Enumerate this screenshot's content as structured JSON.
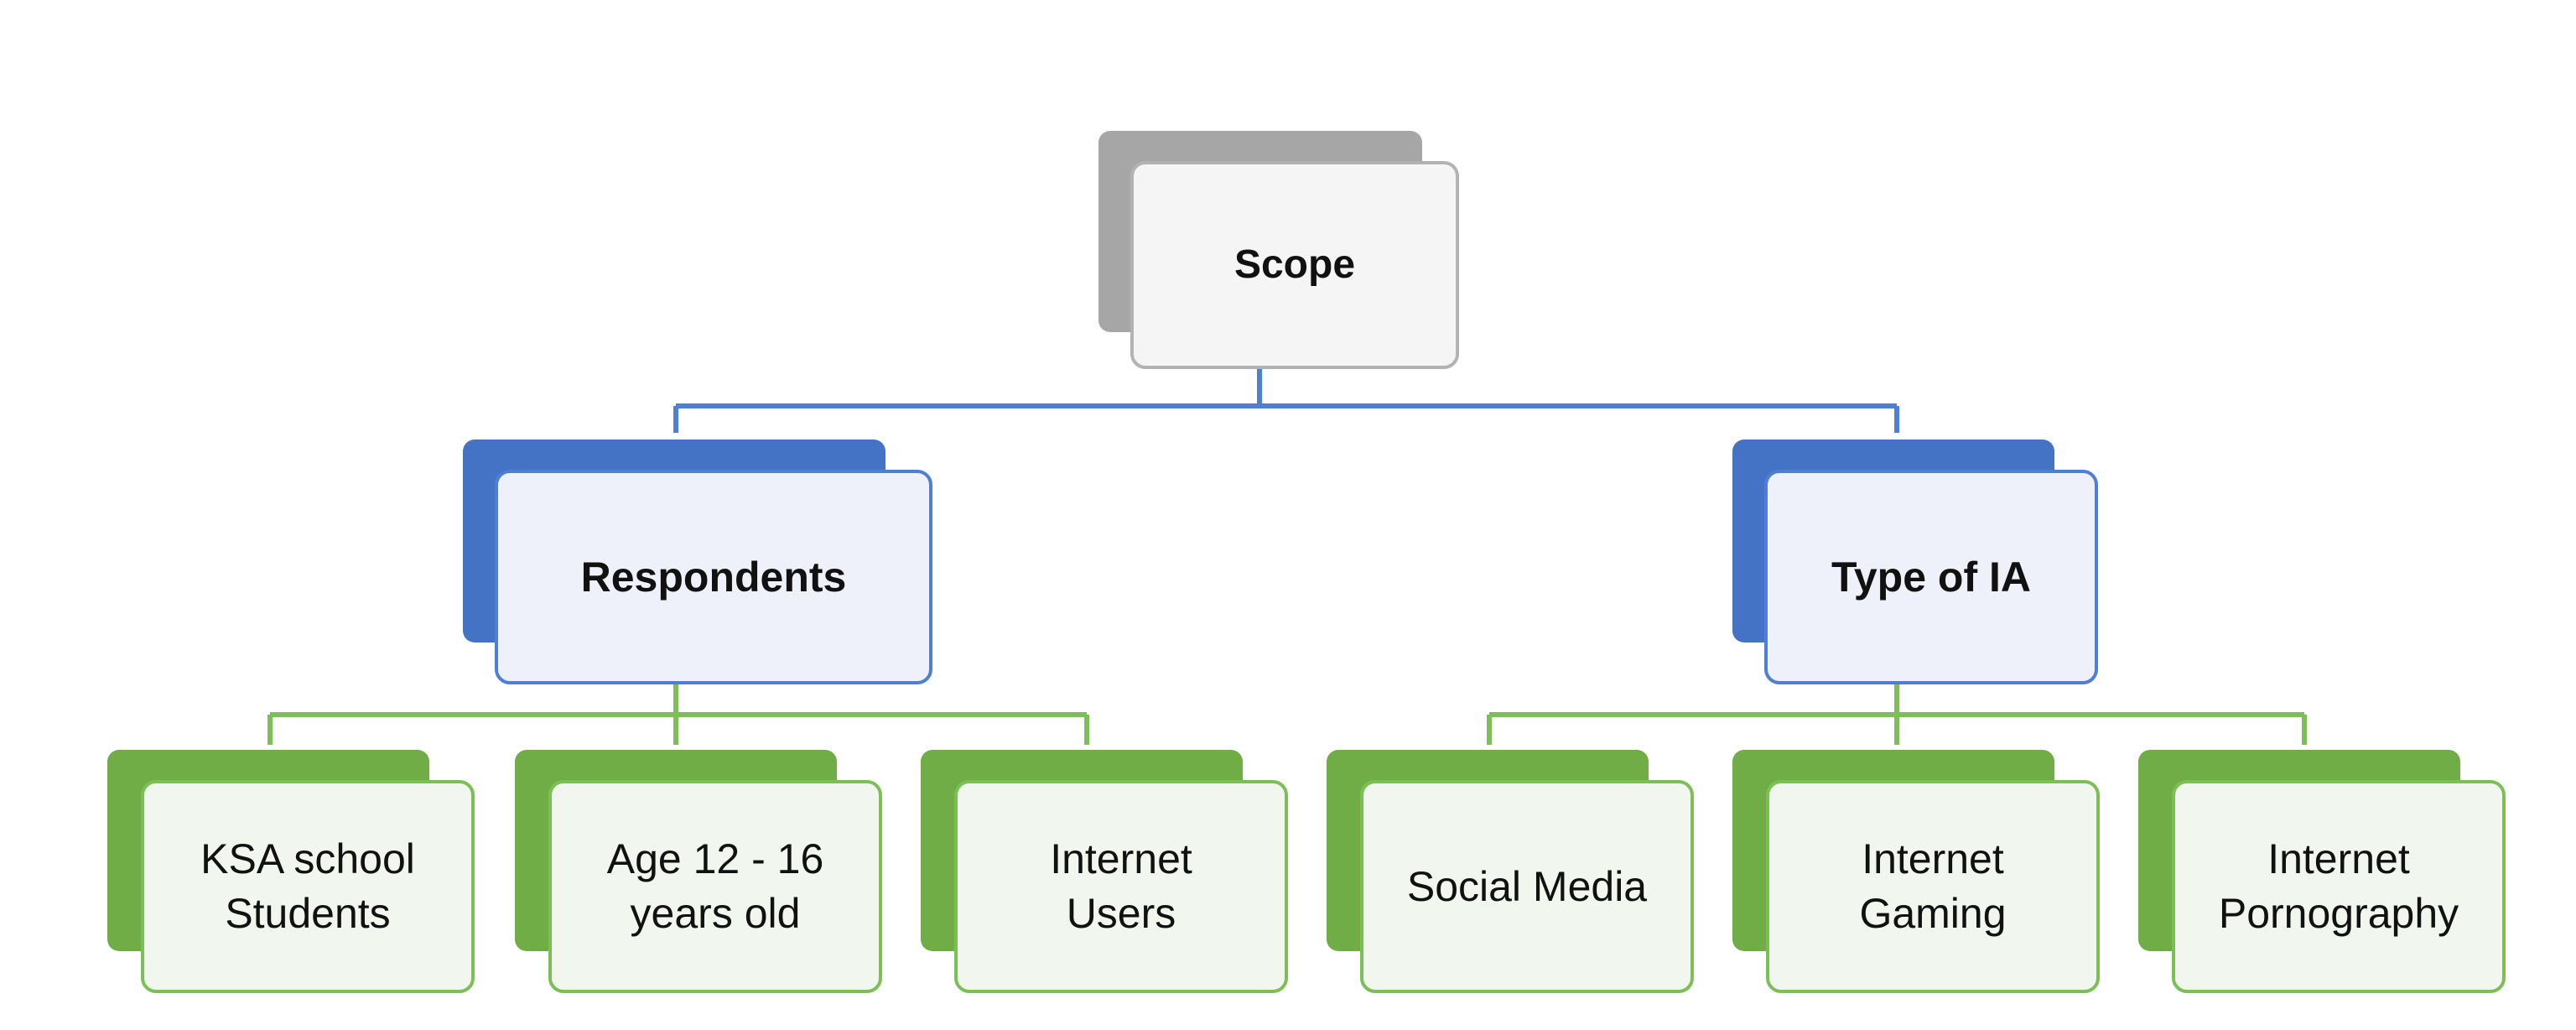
{
  "diagram": {
    "root": {
      "label": "Scope"
    },
    "branches": [
      {
        "label": "Respondents",
        "children": [
          {
            "label": "KSA school\nStudents"
          },
          {
            "label": "Age 12 - 16\nyears old"
          },
          {
            "label": "Internet\nUsers"
          }
        ]
      },
      {
        "label": "Type of IA",
        "children": [
          {
            "label": "Social Media"
          },
          {
            "label": "Internet\nGaming"
          },
          {
            "label": "Internet\nPornography"
          }
        ]
      }
    ],
    "colors": {
      "root_shadow": "#a6a6a6",
      "root_border": "#b3b3b3",
      "level1_fill": "#4472c4",
      "level1_connector": "#4f7fd4",
      "level2_fill": "#70ad47",
      "level2_connector": "#7cbf58"
    }
  }
}
